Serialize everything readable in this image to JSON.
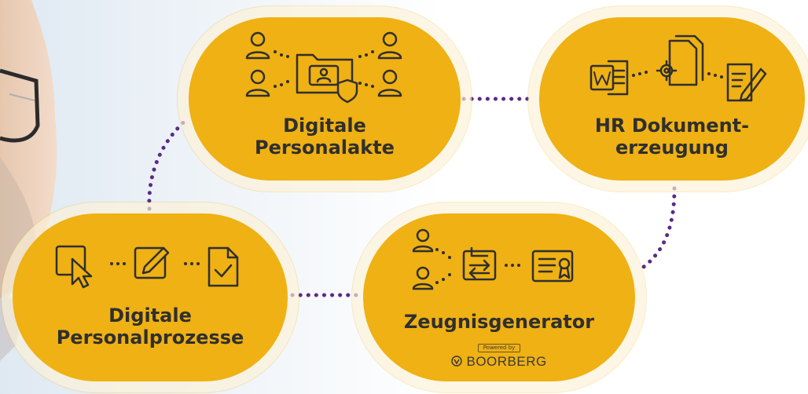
{
  "nodes": [
    {
      "id": "personalakte",
      "line1": "Digitale",
      "line2": "Personalakte"
    },
    {
      "id": "dokumenterzeugung",
      "line1": "HR Dokument-",
      "line2": "erzeugung"
    },
    {
      "id": "personalprozesse",
      "line1": "Digitale",
      "line2": "Personalprozesse"
    },
    {
      "id": "zeugnisgenerator",
      "line1": "Zeugnisgenerator",
      "powered_by": "Powered by",
      "brand": "BOORBERG"
    }
  ],
  "colors": {
    "pill": "#efb113",
    "connector": "#5b2a83",
    "text": "#2f2f2f"
  },
  "icons": [
    "person-icon",
    "folder-person-icon",
    "shield-icon",
    "word-doc-icon",
    "gear-docs-icon",
    "doc-edit-icon",
    "cursor-icon",
    "pencil-icon",
    "check-doc-icon",
    "transfer-doc-icon",
    "certificate-icon",
    "boorberg-logo-icon"
  ]
}
